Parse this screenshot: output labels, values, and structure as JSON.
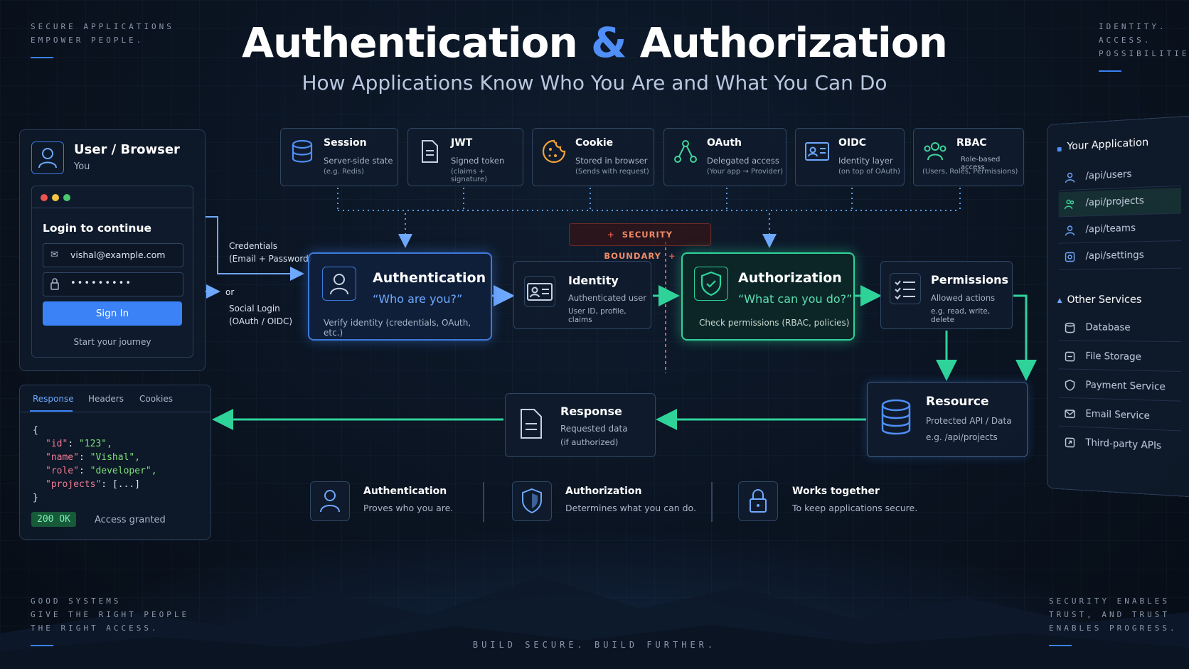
{
  "corners": {
    "top_left": [
      "SECURE APPLICATIONS",
      "EMPOWER PEOPLE."
    ],
    "top_right": [
      "IDENTITY.",
      "ACCESS.",
      "POSSIBILITIES."
    ],
    "bottom_left": [
      "GOOD SYSTEMS",
      "GIVE THE RIGHT PEOPLE",
      "THE RIGHT ACCESS."
    ],
    "bottom_right": [
      "SECURITY ENABLES",
      "TRUST, AND TRUST",
      "ENABLES PROGRESS."
    ],
    "footer": "BUILD SECURE. BUILD FURTHER."
  },
  "title": {
    "part1": "Authentication",
    "amp": "&",
    "part2": "Authorization"
  },
  "subtitle": "How Applications Know Who You Are and What You Can Do",
  "user": {
    "title": "User / Browser",
    "subtitle": "You",
    "login_heading": "Login to continue",
    "email_value": "vishal@example.com",
    "password_value": "•••••••••",
    "sign_in": "Sign In",
    "journey": "Start your journey"
  },
  "flow_labels": {
    "credentials": "Credentials",
    "credentials_sub": "(Email + Password)",
    "or": "or",
    "social": "Social Login",
    "social_sub": "(OAuth / OIDC)"
  },
  "concepts": [
    {
      "title": "Session",
      "d1": "Server-side state",
      "d2": "(e.g. Redis)"
    },
    {
      "title": "JWT",
      "d1": "Signed token",
      "d2": "(claims + signature)"
    },
    {
      "title": "Cookie",
      "d1": "Stored in browser",
      "d2": "(Sends with request)"
    },
    {
      "title": "OAuth",
      "d1": "Delegated access",
      "d2": "(Your app → Provider)"
    },
    {
      "title": "OIDC",
      "d1": "Identity layer",
      "d2": "(on top of OAuth)"
    },
    {
      "title": "RBAC",
      "d1": "Role-based access",
      "d2": "(Users, Roles, Permissions)"
    }
  ],
  "security_boundary": "SECURITY BOUNDARY",
  "authentication": {
    "title": "Authentication",
    "question": "“Who are you?”",
    "desc": "Verify identity (credentials, OAuth, etc.)"
  },
  "identity": {
    "title": "Identity",
    "d1": "Authenticated user",
    "d2": "User ID, profile, claims"
  },
  "authorization": {
    "title": "Authorization",
    "question": "“What can you do?”",
    "desc": "Check permissions (RBAC, policies)"
  },
  "permissions": {
    "title": "Permissions",
    "d1": "Allowed actions",
    "d2": "e.g. read, write, delete"
  },
  "resource": {
    "title": "Resource",
    "d1": "Protected API / Data",
    "d2": "e.g. /api/projects"
  },
  "response_box": {
    "title": "Response",
    "d1": "Requested data",
    "d2": "(if authorized)"
  },
  "response_panel": {
    "tabs": [
      "Response",
      "Headers",
      "Cookies"
    ],
    "json_lines": [
      {
        "k": "\"id\"",
        "v": "\"123\","
      },
      {
        "k": "\"name\"",
        "v": "\"Vishal\","
      },
      {
        "k": "\"role\"",
        "v": "\"developer\","
      },
      {
        "k": "\"projects\"",
        "v": "[...]"
      }
    ],
    "open_brace": "{",
    "close_brace": "}",
    "status": "200 OK",
    "status_text": "Access granted"
  },
  "notes": [
    {
      "title": "Authentication",
      "desc": "Proves who you are."
    },
    {
      "title": "Authorization",
      "desc": "Determines what you can do."
    },
    {
      "title": "Works together",
      "desc": "To keep applications secure."
    }
  ],
  "sidebar": {
    "app_heading": "Your Application",
    "app_items": [
      "/api/users",
      "/api/projects",
      "/api/teams",
      "/api/settings"
    ],
    "other_heading": "Other Services",
    "other_items": [
      "Database",
      "File Storage",
      "Payment Service",
      "Email Service",
      "Third-party APIs"
    ]
  },
  "colors": {
    "accent_blue": "#3d7bdc",
    "accent_green": "#2fd39a",
    "boundary_red": "#e0584a"
  }
}
